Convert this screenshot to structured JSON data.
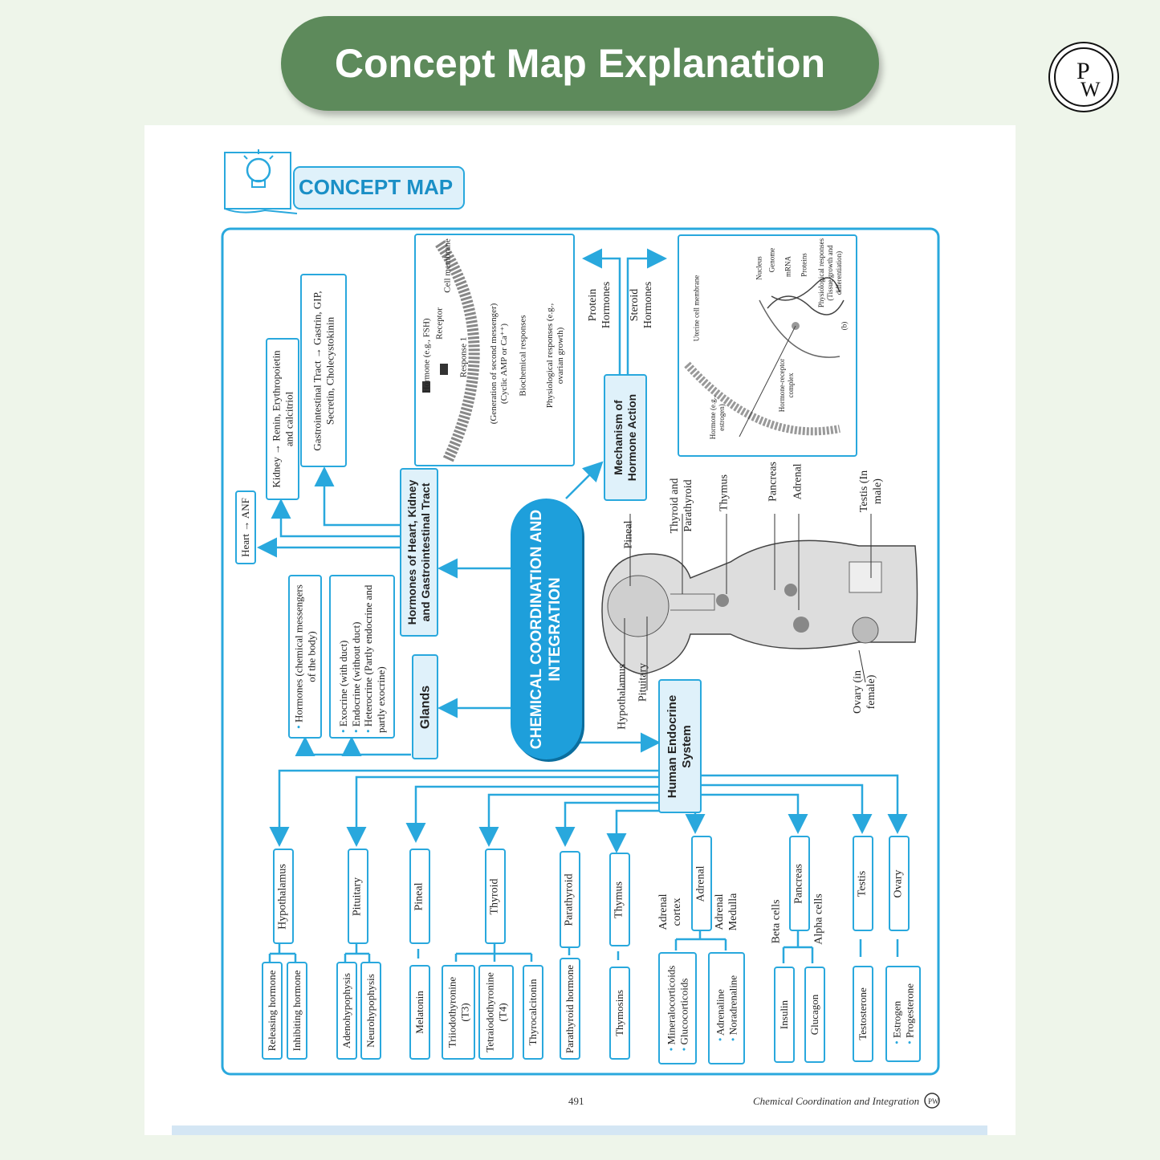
{
  "banner_title": "Concept Map Explanation",
  "logo_letters": "PW",
  "concept_map_label": "CONCEPT MAP",
  "central": "CHEMICAL COORDINATION AND INTEGRATION",
  "heads": {
    "glands": "Glands",
    "hormones_tract": "Hormones of Heart, Kidney and Gastrointestinal Tract",
    "mechanism": "Mechanism of Hormone Action",
    "human_endocrine": "Human Endocrine System"
  },
  "glands_boxes": {
    "hormones_text": "Hormones (chemical messengers of the body)",
    "types": [
      "Exocrine (with duct)",
      "Endocrine (without duct)",
      "Heterocrine (Partly endocrine and partly exocrine)"
    ]
  },
  "tract_boxes": {
    "heart": "Heart → ANF",
    "kidney": "Kidney → Renin, Erythropoietin and calcitriol",
    "gi": "Gastrointestinal Tract → Gastrin, GIP, Secretin, Cholecystokinin"
  },
  "mechanism": {
    "protein": "Protein Hormones",
    "steroid": "Steroid Hormones",
    "fig_a": {
      "cell_membrane": "Cell membrane",
      "hormone": "Hormone (e.g., FSH)",
      "receptor": "Receptor",
      "response1": "Response 1",
      "second_messenger": "(Generation of second messenger) (Cyclic AMP or Ca⁺⁺)",
      "biochemical": "Biochemical responses",
      "physiological": "Physiological responses (e.g., ovarian growth)"
    },
    "fig_b": {
      "uterine": "Uterine cell membrane",
      "nucleus": "Nucleus",
      "genome": "Genome",
      "mrna": "mRNA",
      "proteins": "Proteins",
      "physio": "Physiological responses (Tissue growth and differentiation)",
      "hormone": "Hormone (e.g., estrogen)",
      "complex": "Hormone-receptor complex",
      "label": "(b)"
    }
  },
  "body_labels": {
    "pineal": "Pineal",
    "thyroid": "Thyroid and Parathyroid",
    "thymus": "Thymus",
    "pancreas": "Pancreas",
    "adrenal": "Adrenal",
    "testis": "Testis (In male)",
    "hypothalamus": "Hypothalamus",
    "pituitary": "Pituitary",
    "ovary": "Ovary (in female)"
  },
  "glands_list": {
    "hypothalamus": {
      "name": "Hypothalamus",
      "subs": [
        "Releasing hormone",
        "Inhibiting hormone"
      ]
    },
    "pituitary": {
      "name": "Pituitary",
      "subs": [
        "Adenohypophysis",
        "Neurohypophysis"
      ]
    },
    "pineal": {
      "name": "Pineal",
      "subs": [
        "Melatonin"
      ]
    },
    "thyroid": {
      "name": "Thyroid",
      "subs": [
        "Triiodothyronine (T3)",
        "Tetraiodothyronine (T4)",
        "Thyrocalcitonin"
      ]
    },
    "parathyroid": {
      "name": "Parathyroid",
      "subs": [
        "Parathyroid hormone"
      ]
    },
    "thymus": {
      "name": "Thymus",
      "subs": [
        "Thymosins"
      ]
    },
    "adrenal": {
      "name": "Adrenal",
      "cortex": "Adrenal cortex",
      "medulla": "Adrenal Medulla",
      "cortex_hormones": [
        "Mineralocorticoids",
        "Glucocorticoids"
      ],
      "medulla_hormones": [
        "Adrenaline",
        "Noradrenaline"
      ]
    },
    "pancreas": {
      "name": "Pancreas",
      "beta": "Beta cells",
      "alpha": "Alpha cells",
      "subs": [
        "Insulin",
        "Glucagon"
      ]
    },
    "testis": {
      "name": "Testis",
      "subs": [
        "Testosterone"
      ]
    },
    "ovary": {
      "name": "Ovary",
      "subs": [
        "Estrogen",
        "Progesterone"
      ]
    }
  },
  "footer": {
    "page": "491",
    "chapter": "Chemical Coordination and Integration"
  }
}
